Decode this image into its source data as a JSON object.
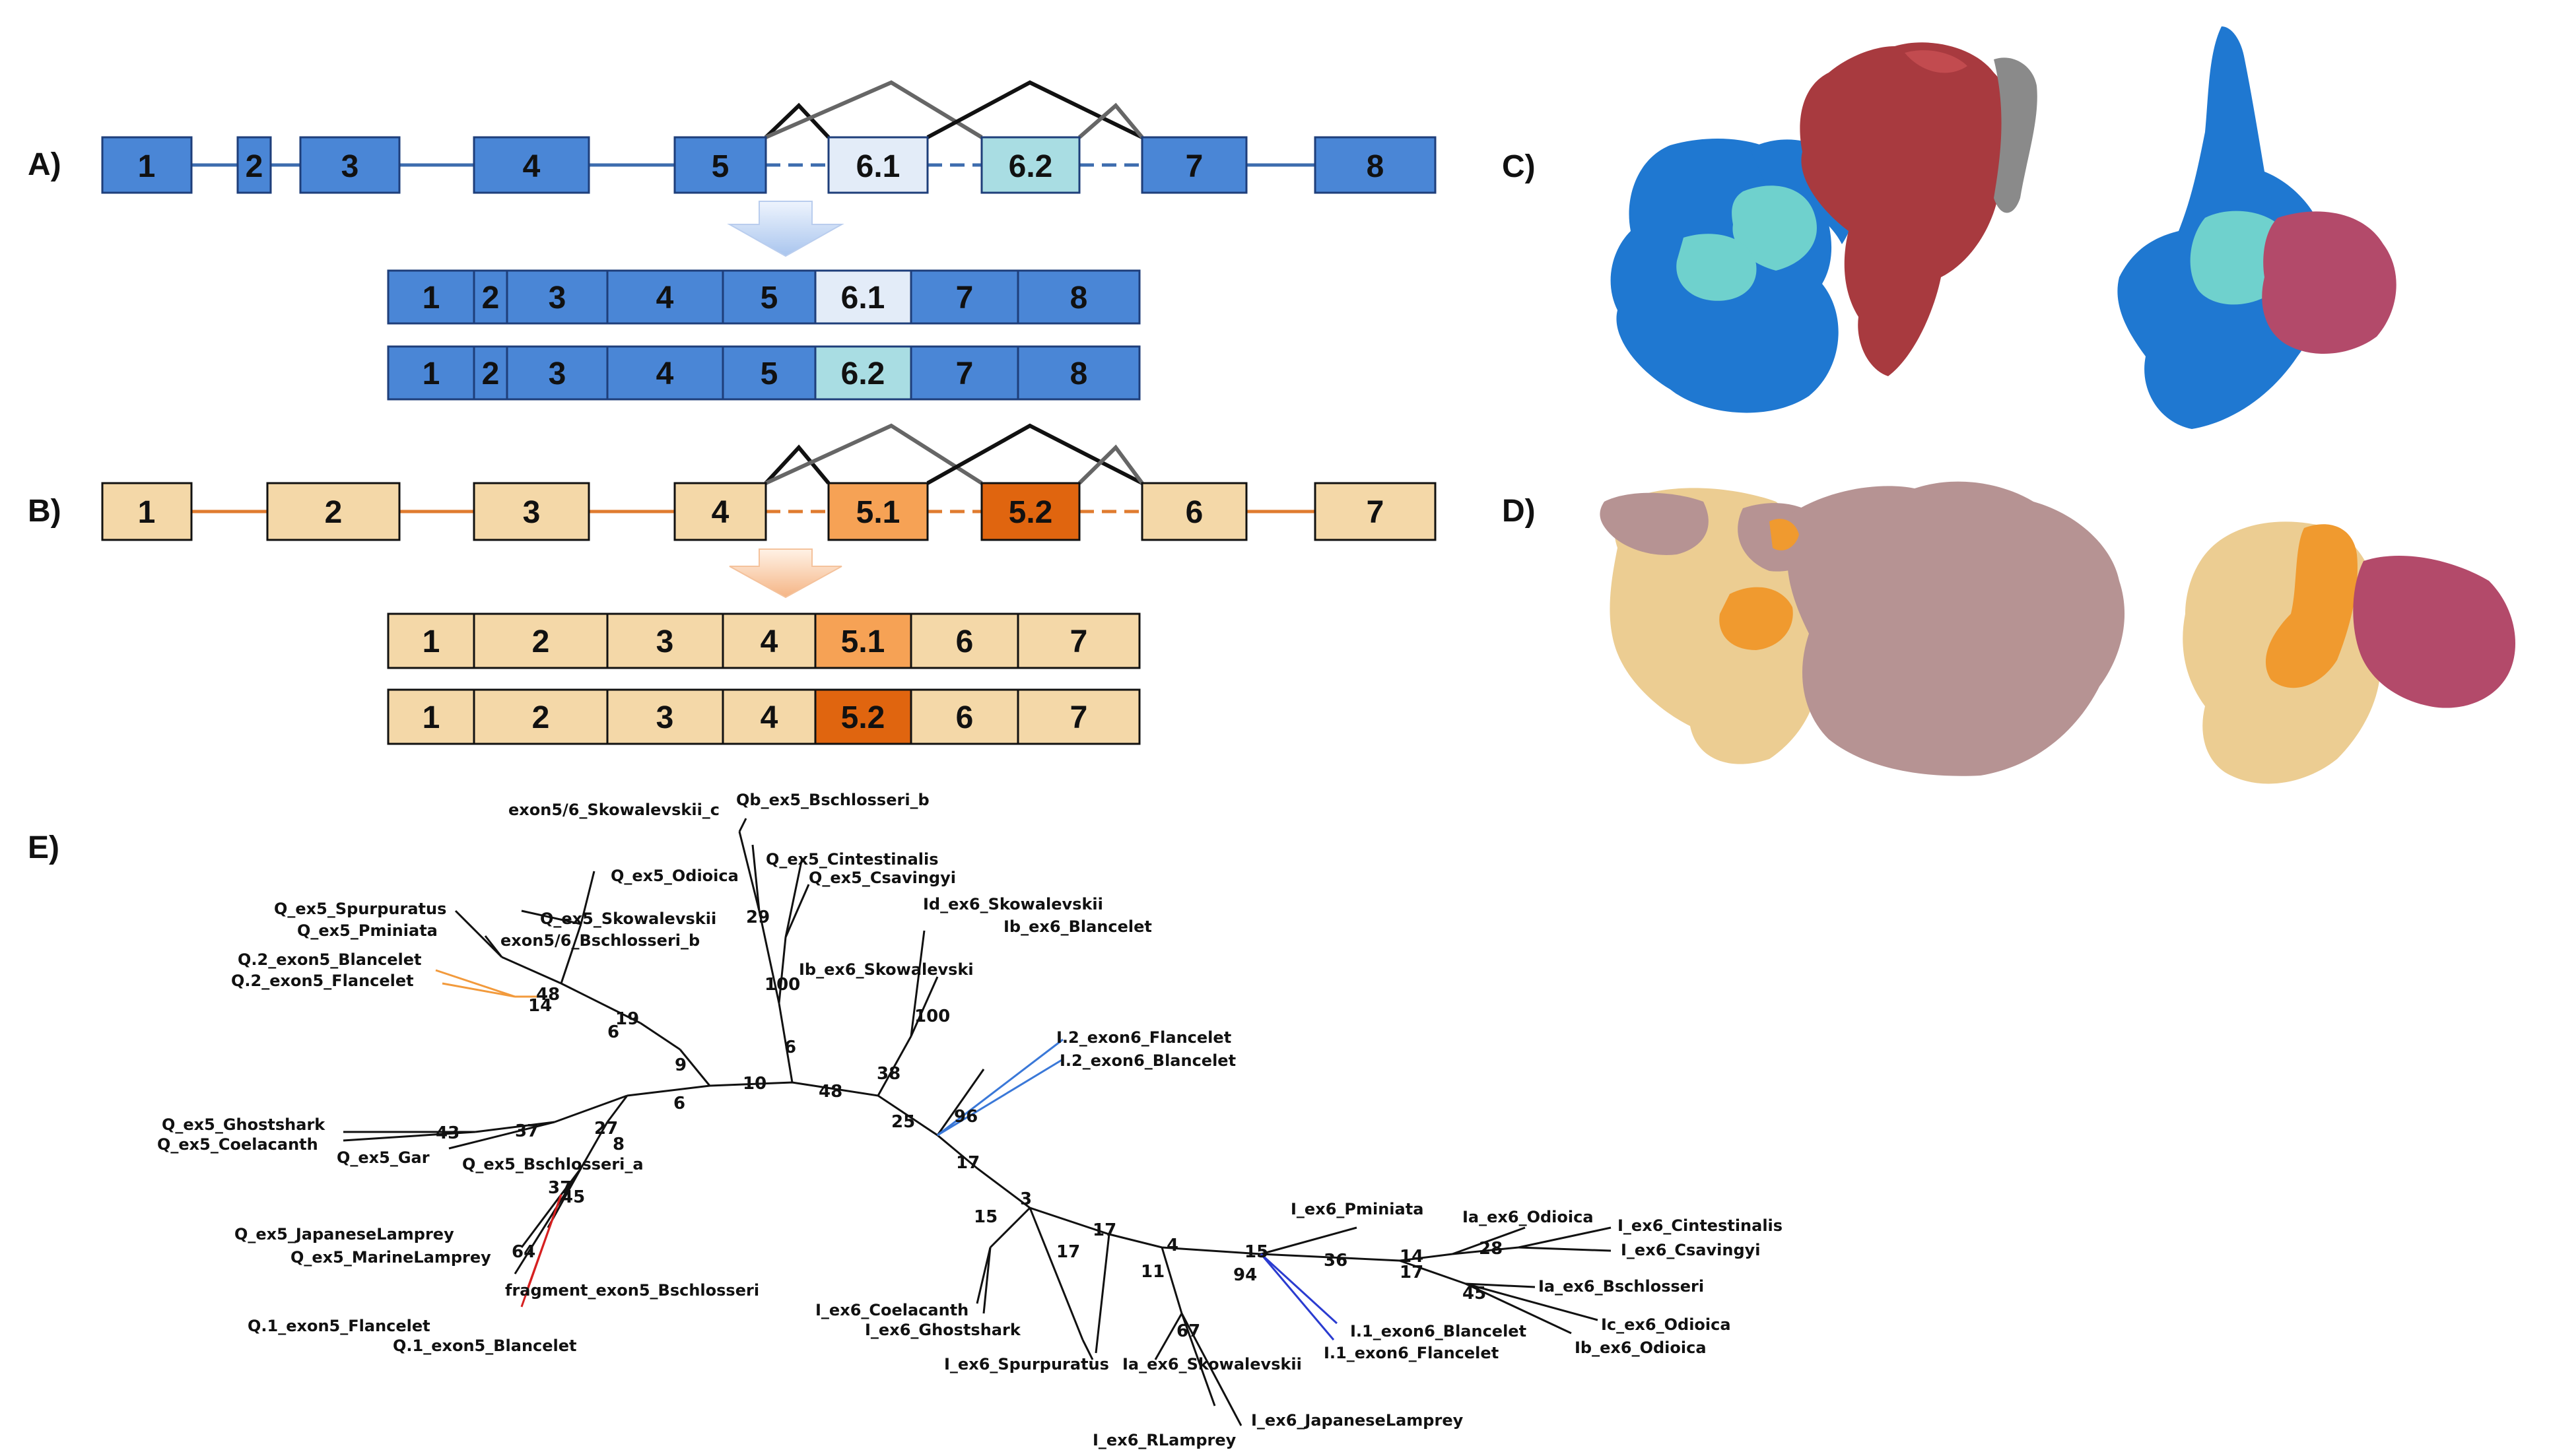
{
  "panels": {
    "a": "A)",
    "b": "B)",
    "c": "C)",
    "d": "D)",
    "e": "E)"
  },
  "colors": {
    "blue_exon": "#4a86d6",
    "blue_light": "#e3ecf8",
    "blue_cyan": "#a9dde3",
    "tan_exon": "#f4d8a8",
    "orange_light": "#f6a255",
    "orange_dark": "#e0650f",
    "blue_line": "#3d6cae",
    "orange_line": "#e07c30",
    "orange_branch": "#f29a3c",
    "red_branch": "#d62020",
    "blue_branch": "#2a3bd0",
    "cyan_branch": "#3a78d8"
  },
  "gene_a": {
    "exons": [
      "1",
      "2",
      "3",
      "4",
      "5",
      "6.1",
      "6.2",
      "7",
      "8"
    ]
  },
  "mrna_a1": {
    "exons": [
      "1",
      "2",
      "3",
      "4",
      "5",
      "6.1",
      "7",
      "8"
    ]
  },
  "mrna_a2": {
    "exons": [
      "1",
      "2",
      "3",
      "4",
      "5",
      "6.2",
      "7",
      "8"
    ]
  },
  "gene_b": {
    "exons": [
      "1",
      "2",
      "3",
      "4",
      "5.1",
      "5.2",
      "6",
      "7"
    ]
  },
  "mrna_b1": {
    "exons": [
      "1",
      "2",
      "3",
      "4",
      "5.1",
      "6",
      "7"
    ]
  },
  "mrna_b2": {
    "exons": [
      "1",
      "2",
      "3",
      "4",
      "5.2",
      "6",
      "7"
    ]
  },
  "tree": {
    "leaves": [
      "exon5/6_Skowalevskii_c",
      "Qb_ex5_Bschlosseri_b",
      "Q_ex5_Odioica",
      "Q_ex5_Cintestinalis",
      "Q_ex5_Csavingyi",
      "Q_ex5_Spurpuratus",
      "Q_ex5_Pminiata",
      "Q_ex5_Skowalevskii",
      "exon5/6_Bschlosseri_b",
      "Q.2_exon5_Blancelet",
      "Q.2_exon5_Flancelet",
      "Id_ex6_Skowalevskii",
      "Ib_ex6_Blancelet",
      "Ib_ex6_Skowalevski",
      "I.2_exon6_Flancelet",
      "I.2_exon6_Blancelet",
      "Q_ex5_Ghostshark",
      "Q_ex5_Coelacanth",
      "Q_ex5_Gar",
      "Q_ex5_Bschlosseri_a",
      "Q_ex5_JapaneseLamprey",
      "Q_ex5_MarineLamprey",
      "fragment_exon5_Bschlosseri",
      "Q.1_exon5_Flancelet",
      "Q.1_exon5_Blancelet",
      "I_ex6_Pminiata",
      "Ia_ex6_Odioica",
      "I_ex6_Cintestinalis",
      "I_ex6_Csavingyi",
      "Ia_ex6_Bschlosseri",
      "Ic_ex6_Odioica",
      "Ib_ex6_Odioica",
      "I.1_exon6_Blancelet",
      "I.1_exon6_Flancelet",
      "I_ex6_Coelacanth",
      "I_ex6_Ghostshark",
      "I_ex6_Spurpuratus",
      "Ia_ex6_Skowalevskii",
      "I_ex6_JapaneseLamprey",
      "I_ex6_RLamprey"
    ],
    "bootstrap": [
      "29",
      "100",
      "6",
      "19",
      "48",
      "14",
      "6",
      "9",
      "6",
      "10",
      "48",
      "100",
      "38",
      "96",
      "25",
      "17",
      "43",
      "37",
      "27",
      "8",
      "37",
      "45",
      "64",
      "3",
      "15",
      "17",
      "17",
      "11",
      "4",
      "67",
      "15",
      "94",
      "36",
      "14",
      "28",
      "17",
      "45"
    ]
  }
}
